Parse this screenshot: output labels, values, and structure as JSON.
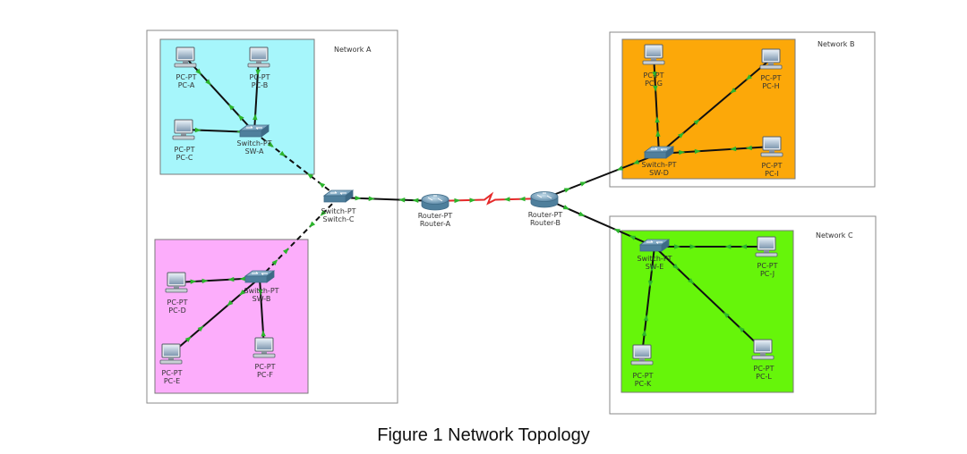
{
  "caption": "Figure 1 Network Topology",
  "colors": {
    "cyan": "#a6f6fb",
    "pink": "#fcadfb",
    "orange": "#fca809",
    "green": "#66f50a",
    "link": "#101010",
    "serial": "#e52a2a",
    "port": "#2cb52c"
  },
  "networks": [
    {
      "id": "A",
      "label": "Network A"
    },
    {
      "id": "B",
      "label": "Network B"
    },
    {
      "id": "C",
      "label": "Network C"
    }
  ],
  "devices": [
    {
      "id": "pc-a",
      "kind": "pc",
      "label1": "PC-PT",
      "label2": "PC-A"
    },
    {
      "id": "pc-b",
      "kind": "pc",
      "label1": "PC-PT",
      "label2": "PC-B"
    },
    {
      "id": "pc-c",
      "kind": "pc",
      "label1": "PC-PT",
      "label2": "PC-C"
    },
    {
      "id": "sw-a",
      "kind": "switch",
      "label1": "Switch-PT",
      "label2": "SW-A"
    },
    {
      "id": "switch-c",
      "kind": "switch",
      "label1": "Switch-PT",
      "label2": "Switch-C"
    },
    {
      "id": "sw-b",
      "kind": "switch",
      "label1": "Switch-PT",
      "label2": "SW-B"
    },
    {
      "id": "pc-d",
      "kind": "pc",
      "label1": "PC-PT",
      "label2": "PC-D"
    },
    {
      "id": "pc-e",
      "kind": "pc",
      "label1": "PC-PT",
      "label2": "PC-E"
    },
    {
      "id": "pc-f",
      "kind": "pc",
      "label1": "PC-PT",
      "label2": "PC-F"
    },
    {
      "id": "router-a",
      "kind": "router",
      "label1": "Router-PT",
      "label2": "Router-A"
    },
    {
      "id": "router-b",
      "kind": "router",
      "label1": "Router-PT",
      "label2": "Router-B"
    },
    {
      "id": "pc-g",
      "kind": "pc",
      "label1": "PC-PT",
      "label2": "PC-G"
    },
    {
      "id": "pc-h",
      "kind": "pc",
      "label1": "PC-PT",
      "label2": "PC-H"
    },
    {
      "id": "sw-d",
      "kind": "switch",
      "label1": "Switch-PT",
      "label2": "SW-D"
    },
    {
      "id": "pc-i",
      "kind": "pc",
      "label1": "PC-PT",
      "label2": "PC-I"
    },
    {
      "id": "sw-e",
      "kind": "switch",
      "label1": "Switch-PT",
      "label2": "SW-E"
    },
    {
      "id": "pc-j",
      "kind": "pc",
      "label1": "PC-PT",
      "label2": "PC-J"
    },
    {
      "id": "pc-k",
      "kind": "pc",
      "label1": "PC-PT",
      "label2": "PC-K"
    },
    {
      "id": "pc-l",
      "kind": "pc",
      "label1": "PC-PT",
      "label2": "PC-L"
    }
  ],
  "links": [
    {
      "from": "pc-a",
      "to": "sw-a",
      "type": "straight"
    },
    {
      "from": "pc-b",
      "to": "sw-a",
      "type": "straight"
    },
    {
      "from": "pc-c",
      "to": "sw-a",
      "type": "straight"
    },
    {
      "from": "sw-a",
      "to": "switch-c",
      "type": "crossover"
    },
    {
      "from": "switch-c",
      "to": "sw-b",
      "type": "crossover"
    },
    {
      "from": "sw-b",
      "to": "pc-d",
      "type": "straight"
    },
    {
      "from": "sw-b",
      "to": "pc-e",
      "type": "straight"
    },
    {
      "from": "sw-b",
      "to": "pc-f",
      "type": "straight"
    },
    {
      "from": "switch-c",
      "to": "router-a",
      "type": "straight"
    },
    {
      "from": "router-a",
      "to": "router-b",
      "type": "serial"
    },
    {
      "from": "router-b",
      "to": "sw-d",
      "type": "straight"
    },
    {
      "from": "router-b",
      "to": "sw-e",
      "type": "straight"
    },
    {
      "from": "sw-d",
      "to": "pc-g",
      "type": "straight"
    },
    {
      "from": "sw-d",
      "to": "pc-h",
      "type": "straight"
    },
    {
      "from": "sw-d",
      "to": "pc-i",
      "type": "straight"
    },
    {
      "from": "sw-e",
      "to": "pc-j",
      "type": "straight"
    },
    {
      "from": "sw-e",
      "to": "pc-k",
      "type": "straight"
    },
    {
      "from": "sw-e",
      "to": "pc-l",
      "type": "straight"
    }
  ]
}
